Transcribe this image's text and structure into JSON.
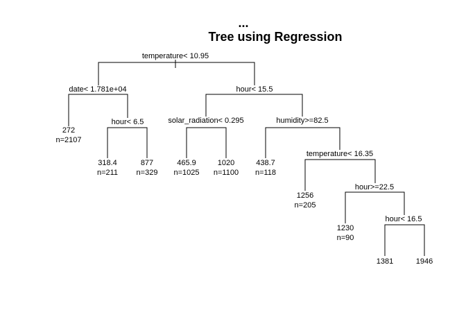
{
  "title": {
    "line1": "...",
    "line2": "Tree using Regression"
  },
  "splits": [
    {
      "id": "root",
      "label": "temperature< 10.95"
    },
    {
      "id": "s_date",
      "label": "date< 1.781e+04"
    },
    {
      "id": "s_hour15",
      "label": "hour< 15.5"
    },
    {
      "id": "s_hour6",
      "label": "hour< 6.5"
    },
    {
      "id": "s_solar",
      "label": "solar_radiation< 0.295"
    },
    {
      "id": "s_humidity",
      "label": "humidity>=82.5"
    },
    {
      "id": "s_temp16",
      "label": "temperature< 16.35"
    },
    {
      "id": "s_hour22",
      "label": "hour>=22.5"
    },
    {
      "id": "s_hour16",
      "label": "hour< 16.5"
    }
  ],
  "leaves": [
    {
      "id": "l1",
      "value": "272",
      "n": "n=2107"
    },
    {
      "id": "l2",
      "value": "318.4",
      "n": "n=211"
    },
    {
      "id": "l3",
      "value": "877",
      "n": "n=329"
    },
    {
      "id": "l4",
      "value": "465.9",
      "n": "n=1025"
    },
    {
      "id": "l5",
      "value": "1020",
      "n": "n=1100"
    },
    {
      "id": "l6",
      "value": "438.7",
      "n": "n=118"
    },
    {
      "id": "l7",
      "value": "1256",
      "n": "n=205"
    },
    {
      "id": "l8",
      "value": "1230",
      "n": "n=90"
    },
    {
      "id": "l9",
      "value": "1381",
      "n": ""
    },
    {
      "id": "l10",
      "value": "1946",
      "n": ""
    }
  ]
}
